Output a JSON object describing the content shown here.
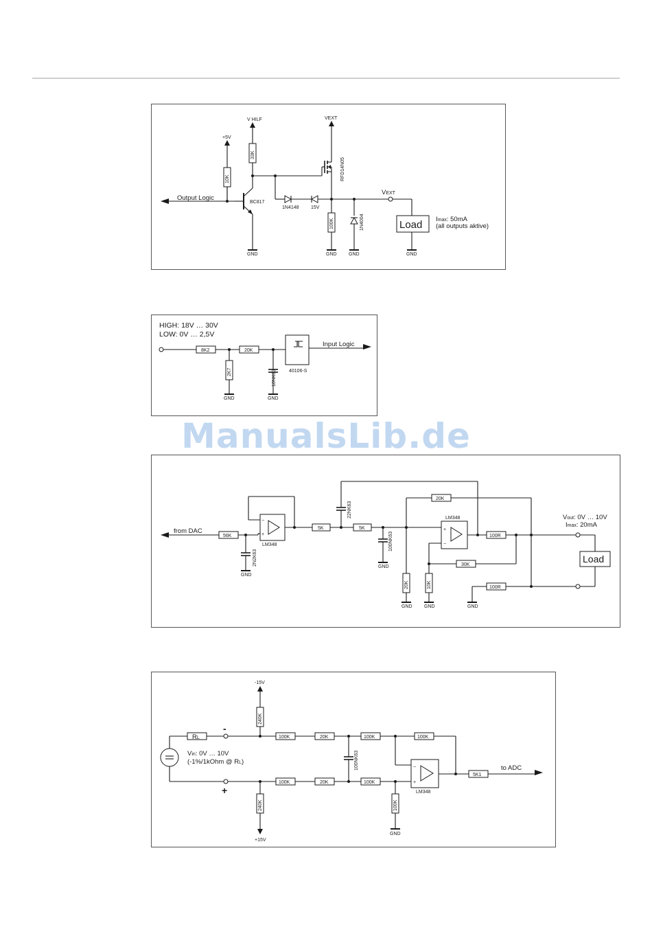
{
  "watermark": "ManualsLib.de",
  "circuit1": {
    "supply_vhilf": "V HILF",
    "supply_5v": "+5V",
    "supply_vext": "VEXT",
    "r_10k": "10K",
    "r_33k": "33K",
    "r_100k": "100K",
    "transistor": "BC817",
    "mosfet": "RFD14N05",
    "diode_1": "1N4148",
    "zener": "15V",
    "diode_2": "1N4004",
    "input_label": "Output Logic",
    "output_label_main": "V",
    "output_label_sub": "EXT",
    "load": "Load",
    "imax_main": "I",
    "imax_sub": "max",
    "imax_value": ": 50mA",
    "imax_note": "(all outputs aktive)",
    "gnd": "GND"
  },
  "circuit2": {
    "high": "HIGH: 18V … 30V",
    "low": "LOW:    0V … 2,5V",
    "r_8k2": "8K2",
    "r_20k": "20K",
    "r_2k7": "2K7",
    "cap": "10NK63",
    "ic": "40106-S",
    "output_label": "Input Logic",
    "gnd": "GND"
  },
  "circuit3": {
    "input_label": "from DAC",
    "r_56k": "56K",
    "cap_1": "2N2K63",
    "opamp_1": "LM348",
    "r_5k_1": "5K",
    "r_5k_2": "5K",
    "cap_2": "22NK63",
    "cap_3": "100NK63",
    "opamp_2": "LM348",
    "r_20k_top": "20K",
    "r_20k_v": "20K",
    "r_10k": "10K",
    "r_30k": "30K",
    "r_100r_1": "100R",
    "r_100r_2": "100R",
    "vout_main": "V",
    "vout_sub": "out",
    "vout_value": ": 0V … 10V",
    "imax_main": "I",
    "imax_sub": "max",
    "imax_value": ": 20mA",
    "load": "Load",
    "gnd": "GND"
  },
  "circuit4": {
    "supply_neg": "-15V",
    "supply_pos": "+15V",
    "r_240k_top": "240K",
    "r_240k_bot": "240K",
    "rl_main": "R",
    "rl_sub": "L",
    "minus": "-",
    "plus": "+",
    "vin_main": "V",
    "vin_sub": "in",
    "vin_value": ": 0V … 10V",
    "vin_note": "(-1%/1kOhm @ R",
    "vin_note_sub": "L",
    "vin_note_end": ")",
    "r_100k_1": "100K",
    "r_20k_1": "20K",
    "r_100k_2": "100K",
    "r_100k_fb": "100K",
    "r_100k_3": "100K",
    "r_20k_2": "20K",
    "r_100k_4": "100K",
    "r_100k_v": "100K",
    "cap": "100NK63",
    "opamp": "LM348",
    "r_5k1": "5K1",
    "output_label": "to ADC",
    "gnd": "GND"
  }
}
